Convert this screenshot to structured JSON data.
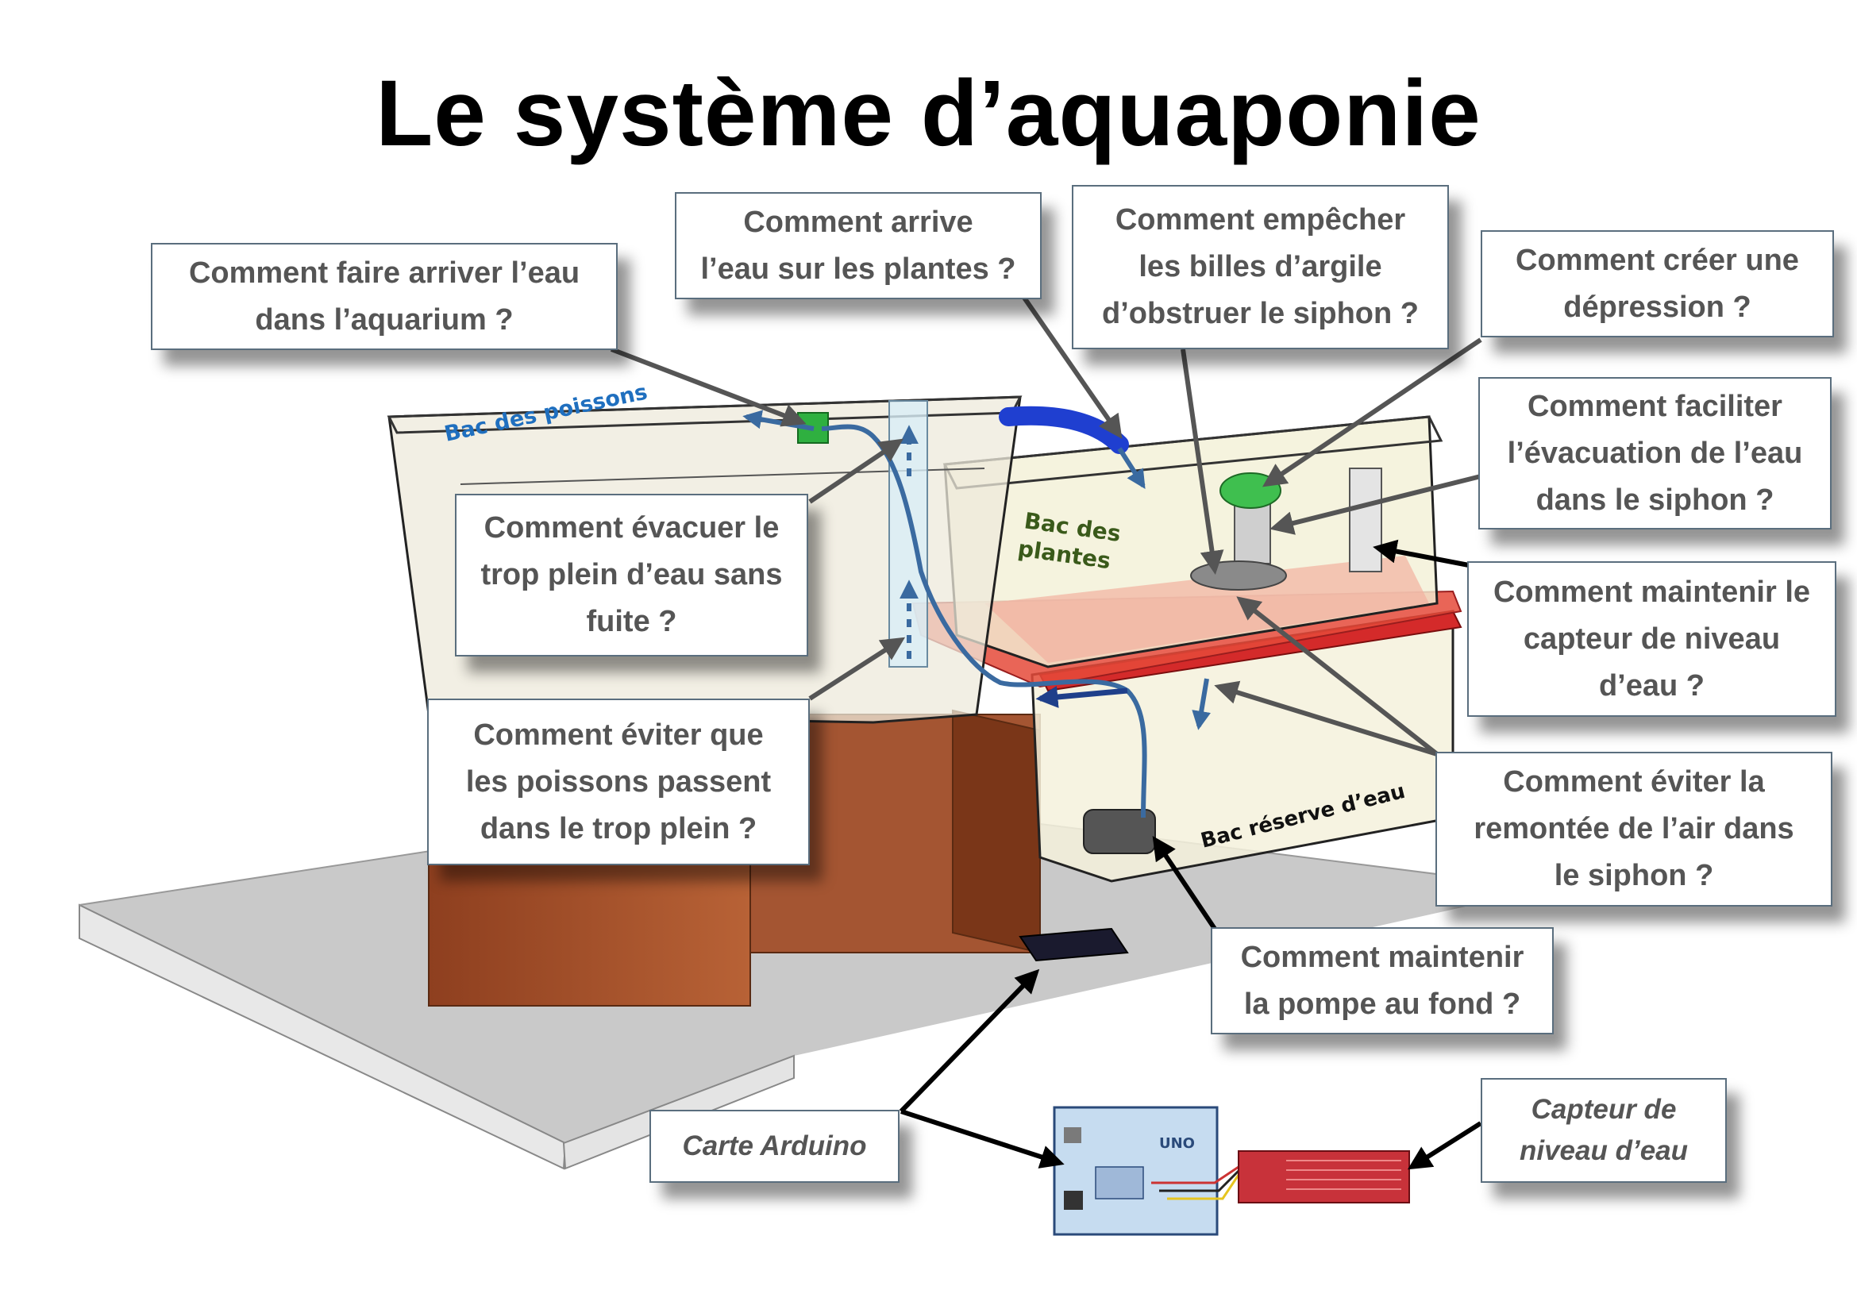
{
  "title": "Le système d’aquaponie",
  "labels": {
    "fish_tank": "Bac des poissons",
    "plant_tank_line1": "Bac des",
    "plant_tank_line2": "plantes",
    "reservoir": "Bac réserve d’eau"
  },
  "colors": {
    "water_flow": "#3a6aa0",
    "fish_tank_label": "#1f6fbf",
    "plant_tank_label": "#3a5a1a",
    "reservoir_label": "#111111",
    "callout_border": "#5a6e7e",
    "callout_text": "#555555",
    "reservoir_lid": "#d42a2a",
    "brick": "#a0502a",
    "table": "#c9c9c9"
  },
  "callouts": {
    "inflow": {
      "line1": "Comment faire arriver l’eau",
      "line2": "dans l’aquarium ?"
    },
    "plants_water": {
      "line1": "Comment arrive",
      "line2": "l’eau sur les plantes ?"
    },
    "clay_balls": {
      "line1": "Comment empêcher",
      "line2": "les billes d’argile",
      "line3": "d’obstruer le siphon ?"
    },
    "depression": {
      "line1": "Comment créer une",
      "line2": "dépression ?"
    },
    "siphon_evac": {
      "line1": "Comment faciliter",
      "line2": "l’évacuation de l’eau",
      "line3": "dans le siphon ?"
    },
    "level_sensor_hold": {
      "line1": "Comment maintenir le",
      "line2": "capteur de niveau",
      "line3": "d’eau ?"
    },
    "overflow": {
      "line1": "Comment évacuer le",
      "line2": "trop plein d’eau sans",
      "line3": "fuite ?"
    },
    "fish_overflow": {
      "line1": "Comment éviter que",
      "line2": "les poissons passent",
      "line3": "dans le trop plein ?"
    },
    "air_siphon": {
      "line1": "Comment éviter la",
      "line2": "remontée de l’air dans",
      "line3": "le siphon ?"
    },
    "pump_bottom": {
      "line1": "Comment maintenir",
      "line2": "la pompe au fond ?"
    },
    "arduino": {
      "line1": "Carte Arduino"
    },
    "level_sensor": {
      "line1": "Capteur de",
      "line2": "niveau d’eau"
    }
  },
  "board": {
    "brand": "UNO"
  }
}
